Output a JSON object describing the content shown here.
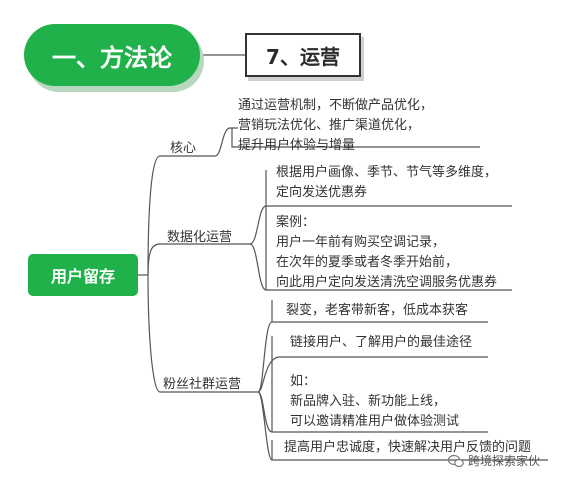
{
  "header": {
    "section_title": "一、方法论",
    "step_title": "7、运营"
  },
  "root": {
    "label": "用户留存"
  },
  "branches": [
    {
      "label": "核心",
      "leaves": [
        {
          "lines": [
            "通过运营机制，不断做产品优化，",
            "营销玩法优化、推广渠道优化，",
            "提升用户体验与增量"
          ]
        }
      ]
    },
    {
      "label": "数据化运营",
      "leaves": [
        {
          "lines": [
            "根据用户画像、季节、节气等多维度，",
            "定向发送优惠券"
          ]
        },
        {
          "lines": [
            "案例：",
            "用户一年前有购买空调记录，",
            "在次年的夏季或者冬季开始前，",
            "向此用户定向发送清洗空调服务优惠券"
          ]
        }
      ]
    },
    {
      "label": "粉丝社群运营",
      "leaves": [
        {
          "lines": [
            "裂变，老客带新客，低成本获客"
          ]
        },
        {
          "lines": [
            "链接用户、了解用户的最佳途径"
          ]
        },
        {
          "lines": [
            "如：",
            "新品牌入驻、新功能上线，",
            "可以邀请精准用户做体验测试"
          ]
        },
        {
          "lines": [
            "提高用户忠诚度，快速解决用户反馈的问题"
          ]
        }
      ]
    }
  ],
  "watermark": {
    "text": "跨境探索家伙"
  },
  "colors": {
    "accent": "#21b14b",
    "line": "#555555"
  }
}
